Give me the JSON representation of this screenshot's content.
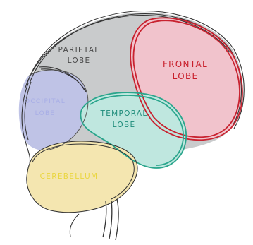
{
  "labels": {
    "parietal_line1": "PARIETAL",
    "parietal_line2": "LOBE",
    "frontal_line1": "FRONTAL",
    "frontal_line2": "LOBE",
    "occipital_line1": "OCCIPITAL",
    "occipital_line2": "LOBE",
    "temporal_line1": "TEMPORAL",
    "temporal_line2": "LOBE",
    "cerebellum": "CEREBELLUM"
  },
  "colors": {
    "parietal_fill": "#c9cbcc",
    "frontal_fill": "#f1c3cc",
    "frontal_outline": "#c8222f",
    "frontal_text": "#c81e2a",
    "occipital_fill": "#bfc3e6",
    "occipital_text": "#a8aee6",
    "temporal_fill": "#bfe7df",
    "temporal_outline": "#2aa58c",
    "temporal_text": "#1e8c7a",
    "cerebellum_fill": "#f4e6b0",
    "cerebellum_text": "#ead640",
    "sketch_line": "#333333",
    "parietal_text": "#4a4a4a"
  }
}
